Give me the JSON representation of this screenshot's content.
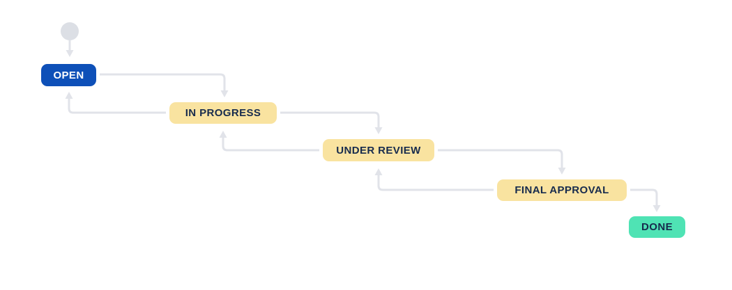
{
  "colors": {
    "background": "#ffffff",
    "connector_gray": "#e1e3e9",
    "start_node_gray": "#dcdfe5",
    "node_blue": "#0e50b8",
    "node_yellow": "#f9e3a0",
    "node_green": "#4fe3b4",
    "text_light": "#ffffff",
    "text_dark_navy": "#172b4d"
  },
  "diagram": {
    "type": "workflow-status-diagram",
    "start_node": {
      "shape": "circle"
    },
    "nodes": [
      {
        "id": "open",
        "label": "OPEN",
        "fill": "#0e50b8",
        "text_color": "#ffffff"
      },
      {
        "id": "in-progress",
        "label": "IN PROGRESS",
        "fill": "#f9e3a0",
        "text_color": "#172b4d"
      },
      {
        "id": "under-review",
        "label": "UNDER REVIEW",
        "fill": "#f9e3a0",
        "text_color": "#172b4d"
      },
      {
        "id": "final-approval",
        "label": "FINAL APPROVAL",
        "fill": "#f9e3a0",
        "text_color": "#172b4d"
      },
      {
        "id": "done",
        "label": "DONE",
        "fill": "#4fe3b4",
        "text_color": "#172b4d"
      }
    ],
    "edges": [
      {
        "from": "start",
        "to": "open"
      },
      {
        "from": "open",
        "to": "in-progress"
      },
      {
        "from": "in-progress",
        "to": "open"
      },
      {
        "from": "in-progress",
        "to": "under-review"
      },
      {
        "from": "under-review",
        "to": "in-progress"
      },
      {
        "from": "under-review",
        "to": "final-approval"
      },
      {
        "from": "final-approval",
        "to": "under-review"
      },
      {
        "from": "final-approval",
        "to": "done"
      }
    ]
  }
}
